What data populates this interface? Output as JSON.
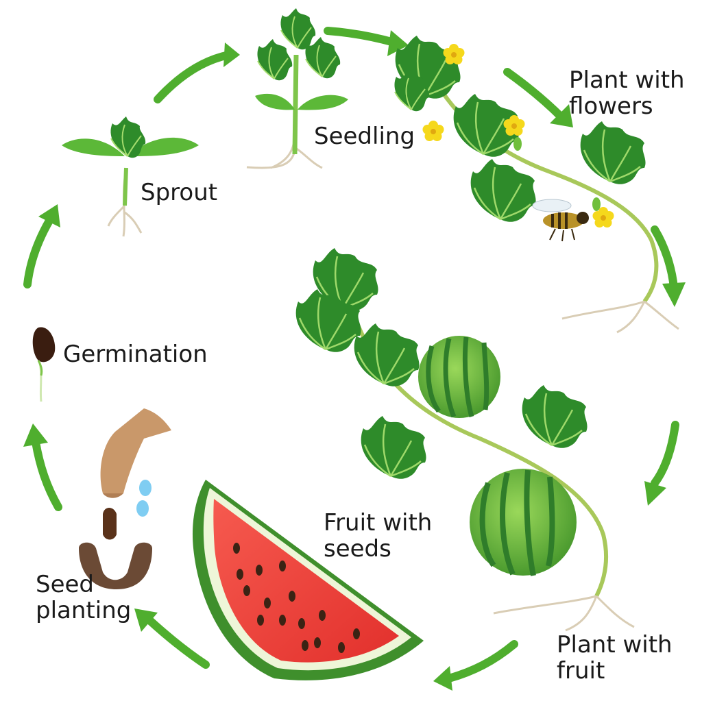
{
  "stages": {
    "sprout": "Sprout",
    "seedling": "Seedling",
    "flowers": {
      "line1": "Plant with",
      "line2": "flowers"
    },
    "fruit": {
      "line1": "Plant with",
      "line2": "fruit"
    },
    "fruit_seeds": {
      "line1": "Fruit with",
      "line2": "seeds"
    },
    "planting": {
      "line1": "Seed",
      "line2": "planting"
    },
    "germination": "Germination"
  },
  "colors": {
    "arrow": "#4fae2e",
    "leaf_dark": "#2e8b2a",
    "leaf_light": "#66c23a",
    "watermelon_dark": "#2f7d2a",
    "watermelon_light": "#8fd14f",
    "flesh": "#f0413c",
    "rind": "#3f8f2c",
    "seed": "#3b2314",
    "flower": "#f5d81c",
    "root": "#d9cdb5",
    "soil": "#6b4a35",
    "water": "#7fcdf2",
    "hand": "#c9986a"
  },
  "icons": [
    "arrow-icon",
    "plant-icon",
    "watermelon-icon",
    "bee-icon",
    "hand-icon",
    "seed-icon",
    "water-drop-icon",
    "flower-icon"
  ]
}
